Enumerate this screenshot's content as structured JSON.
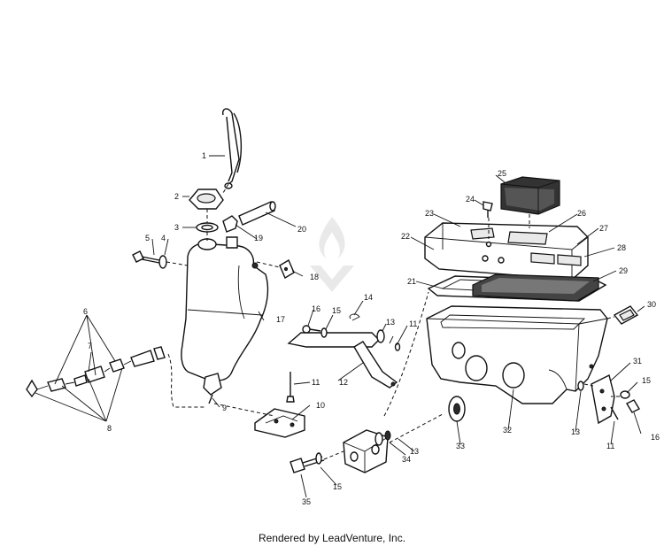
{
  "footer": "Rendered by LeadVenture, Inc.",
  "callouts": [
    {
      "label": "1"
    },
    {
      "label": "2"
    },
    {
      "label": "3"
    },
    {
      "label": "4"
    },
    {
      "label": "5"
    },
    {
      "label": "6"
    },
    {
      "label": "7"
    },
    {
      "label": "8"
    },
    {
      "label": "9"
    },
    {
      "label": "10"
    },
    {
      "label": "11"
    },
    {
      "label": "11"
    },
    {
      "label": "11"
    },
    {
      "label": "12"
    },
    {
      "label": "13"
    },
    {
      "label": "13"
    },
    {
      "label": "13"
    },
    {
      "label": "14"
    },
    {
      "label": "15"
    },
    {
      "label": "15"
    },
    {
      "label": "15"
    },
    {
      "label": "16"
    },
    {
      "label": "16"
    },
    {
      "label": "17"
    },
    {
      "label": "18"
    },
    {
      "label": "19"
    },
    {
      "label": "20"
    },
    {
      "label": "21"
    },
    {
      "label": "22"
    },
    {
      "label": "23"
    },
    {
      "label": "24"
    },
    {
      "label": "25"
    },
    {
      "label": "26"
    },
    {
      "label": "27"
    },
    {
      "label": "28"
    },
    {
      "label": "29"
    },
    {
      "label": "30"
    },
    {
      "label": "31"
    },
    {
      "label": "32"
    },
    {
      "label": "33"
    },
    {
      "label": "34"
    },
    {
      "label": "35"
    }
  ]
}
